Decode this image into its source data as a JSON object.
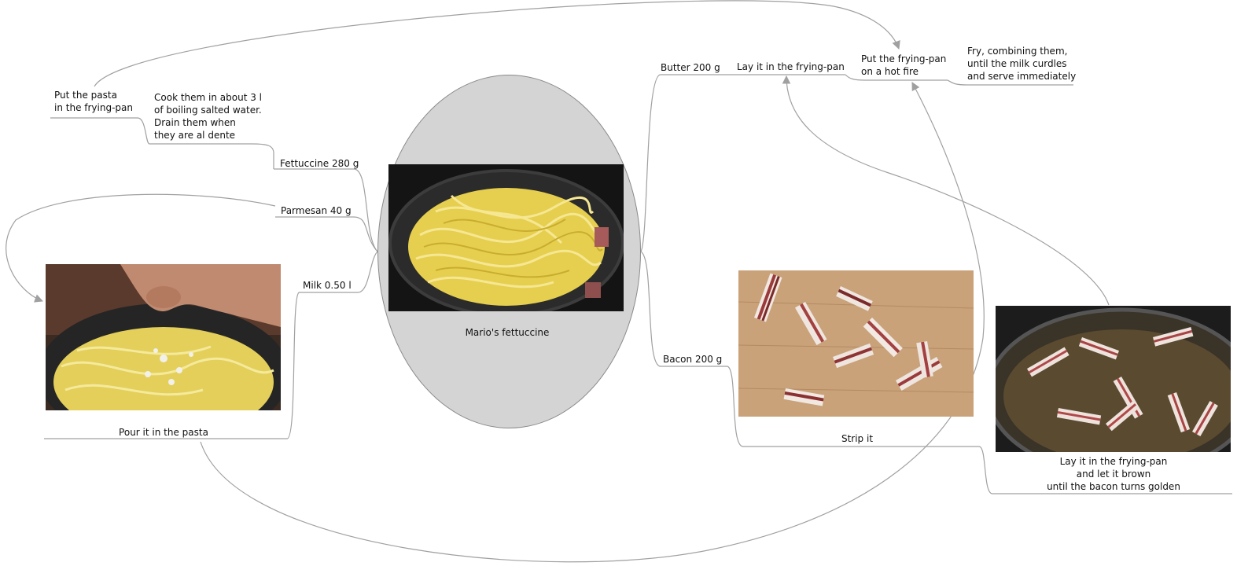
{
  "root": {
    "label": "Mario's fettuccine",
    "image": "fettuccine-in-pan-photo"
  },
  "branches": {
    "fettuccine": {
      "label": "Fettuccine 280 g",
      "step": "Cook them in about 3 l\nof boiling salted water.\nDrain them when\nthey are al dente",
      "next": "Put the pasta\nin the frying-pan"
    },
    "parmesan": {
      "label": "Parmesan 40 g"
    },
    "milk": {
      "label": "Milk 0.50 l",
      "step": "Pour it in the pasta",
      "image": "grating-cheese-photo"
    },
    "butter": {
      "label": "Butter 200 g",
      "step": "Lay it in the frying-pan",
      "next": "Put the frying-pan\non a hot fire",
      "final": "Fry, combining them,\nuntil the milk curdles\nand serve immediately"
    },
    "bacon": {
      "label": "Bacon 200 g",
      "step": "Strip it",
      "step_image": "bacon-strips-photo",
      "next": "Lay it in the frying-pan\nand let it brown\nuntil the bacon turns golden",
      "next_image": "bacon-frying-photo"
    }
  },
  "colors": {
    "line": "#9a9a9a",
    "oval": "#d4d4d4",
    "pasta": "#e8d35a",
    "pan": "#2a2a2a"
  }
}
